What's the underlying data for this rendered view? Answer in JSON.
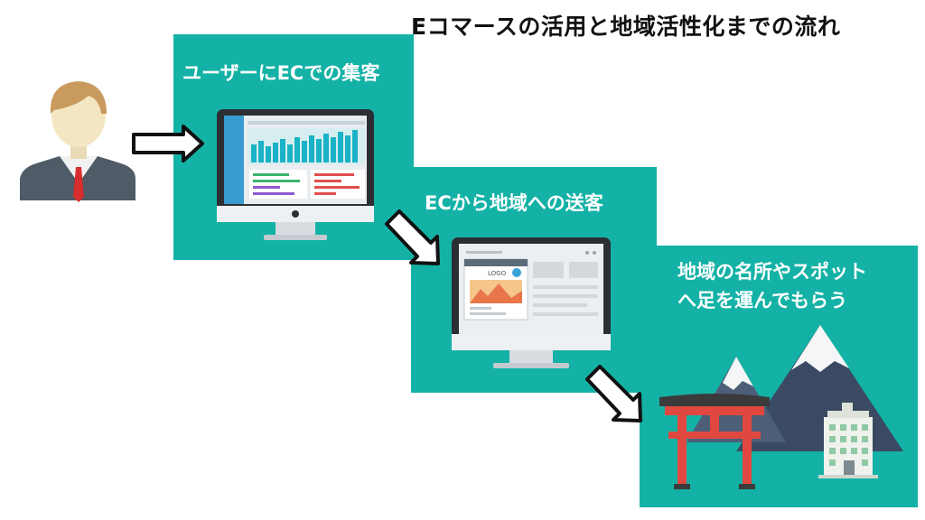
{
  "title": "Eコマースの活用と地域活性化までの流れ",
  "steps": [
    {
      "label": "ユーザーにECでの集客"
    },
    {
      "label": "ECから地域への送客"
    },
    {
      "label_line1": "地域の名所やスポット",
      "label_line2": "へ足を運んでもらう"
    }
  ],
  "screen2_logo": "LOGO",
  "colors": {
    "panel": "#14b2a6",
    "monitor": "#2b2f33",
    "torii": "#e0483f",
    "mountain": "#3a4a63"
  }
}
